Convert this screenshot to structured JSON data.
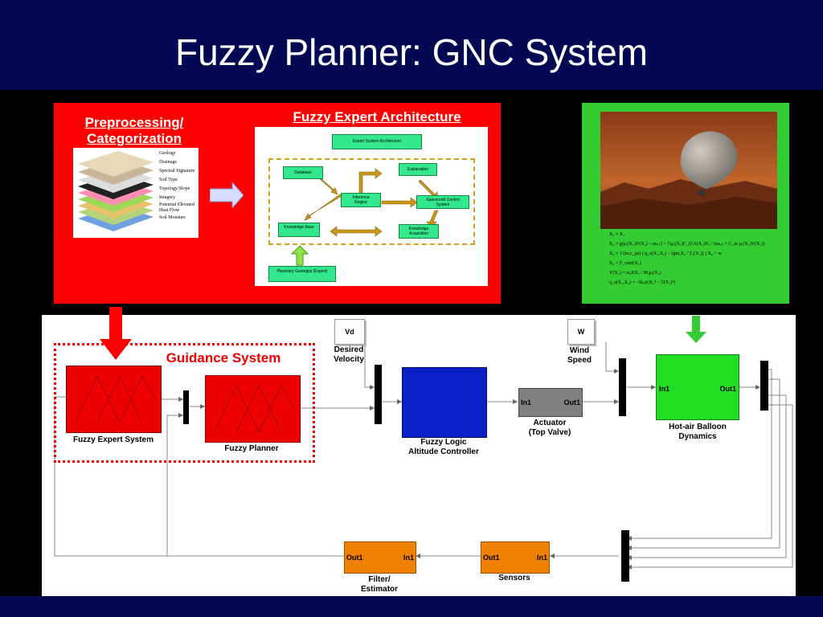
{
  "slide": {
    "title": "Fuzzy Planner: GNC System",
    "background": "#000000",
    "band_color": "#030852"
  },
  "top_left_panel": {
    "bg_color": "#ff0000",
    "preprocessing_label_1": "Preprocessing/",
    "preprocessing_label_2": "Categorization",
    "layers": [
      "Geology",
      "Drainage",
      "Spectral Signature",
      "Soil Type",
      "Topology/Slope",
      "Imagery",
      "Potential Elevated",
      "Heat Flow",
      "Soil Moisture"
    ],
    "architecture_title": "Fuzzy Expert Architecture",
    "arch_boxes": {
      "header": "Expert System Architecture",
      "database": "Database",
      "explanation": "Explanation",
      "inference": "Inference Engine",
      "spacecraft": "Spacecraft Control System",
      "knowledge_base": "Knowledge Base",
      "knowledge_acq": "Knowledge Acquisition",
      "expert": "Planetary Geologist (Expert)"
    }
  },
  "top_right_panel": {
    "bg_color": "#33cc33",
    "equations": [
      "X₁ = X₂",
      "X₂ = g(ρₐ(X₁)V(X₁) − mₜₒₜ) − ½ρₐ(X₁)C_D A(X₁)X₂ / (mₜₒₜ + C_m ρₐ(X₁)V(X₁))",
      "X₃ = 1/(mₐc_pa) ( q_e(X₁,X₃) − (gmₐX₂ / Tₐ(X₁)) ) X₃ + w",
      "X₄ = F_vent(X₁)",
      "V(X₁) = mₐRX₃ / Mₐpₐ(X₁)",
      "q_e(X₁,X₃) = −Sεₑσ(X₃⁴ − T(X₁)⁴)"
    ]
  },
  "simulink": {
    "guidance_label": "Guidance System",
    "fuzzy_expert_system": "Fuzzy Expert System",
    "fuzzy_planner": "Fuzzy Planner",
    "vd_const": "Vd",
    "desired_velocity": "Desired Velocity",
    "fuzzy_logic_1": "Fuzzy Logic",
    "fuzzy_logic_2": "Altitude Controller",
    "in1": "In1",
    "out1": "Out1",
    "actuator_1": "Actuator",
    "actuator_2": "(Top Valve)",
    "w_const": "W",
    "wind_1": "Wind",
    "wind_2": "Speed",
    "balloon_1": "Hot-air Balloon",
    "balloon_2": "Dynamics",
    "filter_1": "Filter/",
    "filter_2": "Estimator",
    "sensors": "Sensors"
  }
}
